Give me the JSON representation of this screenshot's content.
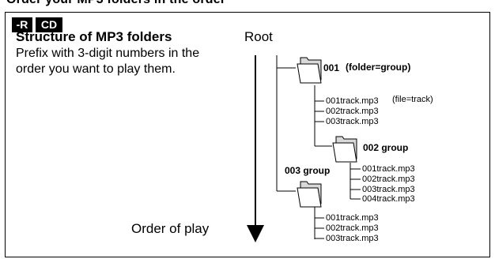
{
  "header_strip": {
    "text": "Order your MP3 folders in the order"
  },
  "badges": {
    "r": "-R",
    "cd": "CD"
  },
  "heading": "Structure of MP3 folders",
  "description": "Prefix with 3-digit numbers in the order you want to play them.",
  "diagram": {
    "root_label": "Root",
    "order_label": "Order of play",
    "folders": [
      {
        "name": "001",
        "note": "(folder=group)"
      },
      {
        "name": "002 group"
      },
      {
        "name": "003 group"
      }
    ],
    "folder1_tracks": [
      "001track.mp3",
      "002track.mp3",
      "003track.mp3"
    ],
    "folder1_track_note": "(file=track)",
    "folder2_tracks": [
      "001track.mp3",
      "002track.mp3",
      "003track.mp3",
      "004track.mp3"
    ],
    "folder3_tracks": [
      "001track.mp3",
      "002track.mp3",
      "003track.mp3"
    ]
  }
}
